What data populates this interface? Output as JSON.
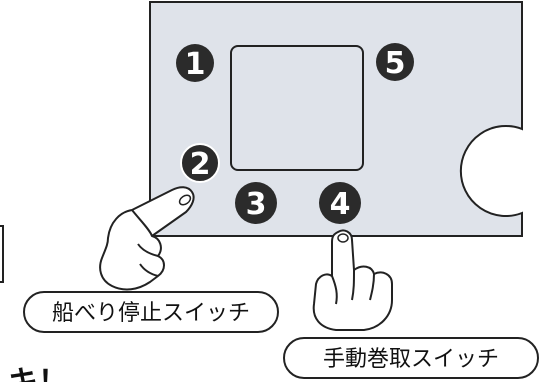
{
  "device": {
    "panel_color": "#dfe3ea",
    "outline_color": "#222222",
    "number_badge_color": "#2b2b2b",
    "number_text_color": "#ffffff"
  },
  "buttons": [
    {
      "id": "btn1",
      "label": "1"
    },
    {
      "id": "btn2",
      "label": "2"
    },
    {
      "id": "btn3",
      "label": "3"
    },
    {
      "id": "btn4",
      "label": "4"
    },
    {
      "id": "btn5",
      "label": "5"
    }
  ],
  "callouts": {
    "stop_switch": "船べり停止スイッチ",
    "manual_wind_switch": "手動巻取スイッチ"
  },
  "bottom_partial_text": "キ！"
}
